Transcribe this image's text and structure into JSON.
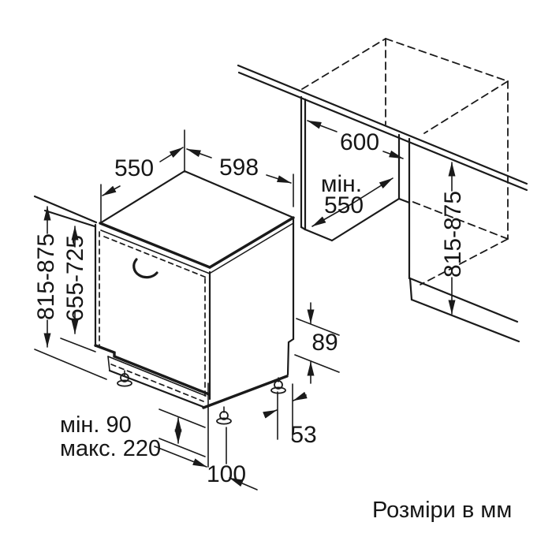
{
  "units_note": "Розміри в мм",
  "dims": {
    "top_depth": "550",
    "top_width": "598",
    "niche_width": "600",
    "niche_depth_min_label": "мін.",
    "niche_depth_min_value": "550",
    "left_height": "815-875",
    "door_panel_height": "655-725",
    "right_height": "815-875",
    "rear_step_height": "89",
    "rear_foot_offset": "53",
    "front_foot_offset": "100",
    "plinth_min": "мін. 90",
    "plinth_max": "макс. 220"
  }
}
